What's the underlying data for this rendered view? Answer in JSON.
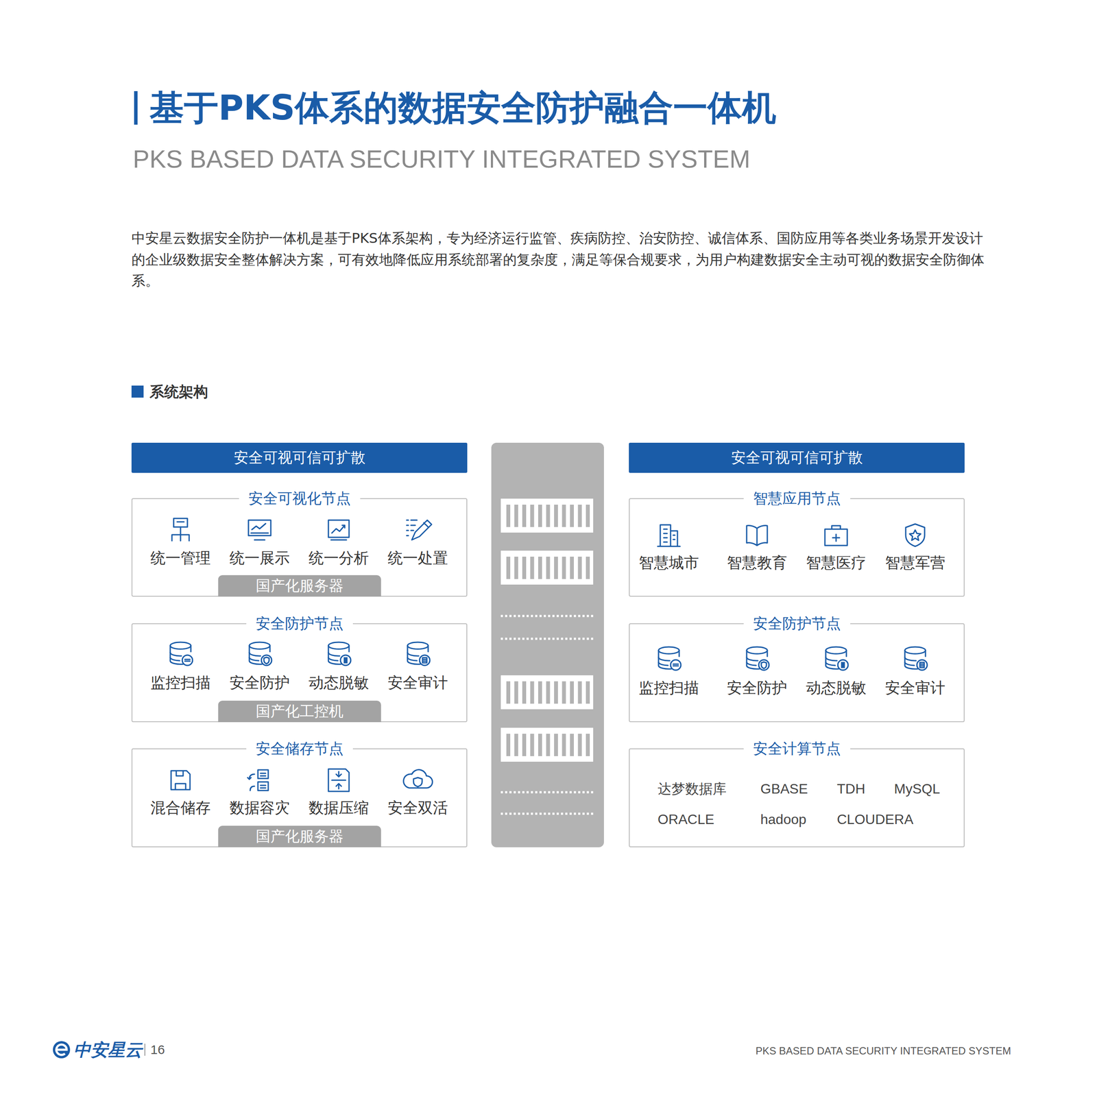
{
  "diagram": {
    "title": "基于PKS体系的数据安全防护融合一体机",
    "nodes": [
      {
        "text": [
          "安全可视可信可扩散"
        ]
      },
      {
        "text": [
          "安全可视化节点"
        ]
      },
      {
        "text": [
          "国产化服务器"
        ],
        "in": 1
      },
      {
        "text": [
          "安全防护节点"
        ]
      },
      {
        "text": [
          "国产化工控机"
        ],
        "in": 3
      },
      {
        "text": [
          "安全储存节点"
        ]
      },
      {
        "text": [
          "国产化服务器"
        ],
        "in": 5
      },
      {
        "text": [
          "安全可视可信可扩散"
        ]
      },
      {
        "text": [
          "智慧应用节点"
        ]
      },
      {
        "text": [
          "安全防护节点"
        ]
      },
      {
        "text": [
          "安全计算节点"
        ]
      }
    ],
    "edges": [],
    "labels": [
      "PKS BASED DATA SECURITY INTEGRATED SYSTEM",
      "中安星云数据安全防护一体机是基于PKS体系架构，专为经济运行监管、疾病防控、治安防控、诚信体系、国防应用等各类业务场景开发设计的企业级数据安全整体解决方案，可有效地降低应用系统部署的复杂度，满足等保合规要求，为用户构建数据安全主动可视的数据安全防御体系。",
      "系统架构",
      "统一管理",
      "统一展示",
      "统一分析",
      "统一处置",
      "监控扫描",
      "安全防护",
      "动态脱敏",
      "安全审计",
      "混合储存",
      "数据容灾",
      "数据压缩",
      "安全双活",
      "智慧城市",
      "智慧教育",
      "智慧医疗",
      "智慧军营",
      "监控扫描",
      "安全防护",
      "动态脱敏",
      "安全审计",
      "达梦数据库",
      "GBASE",
      "TDH",
      "MySQL",
      "ORACLE",
      "hadoop",
      "CLOUDERA",
      "中安星云",
      "16",
      "PKS BASED DATA SECURITY INTEGRATED SYSTEM"
    ]
  }
}
